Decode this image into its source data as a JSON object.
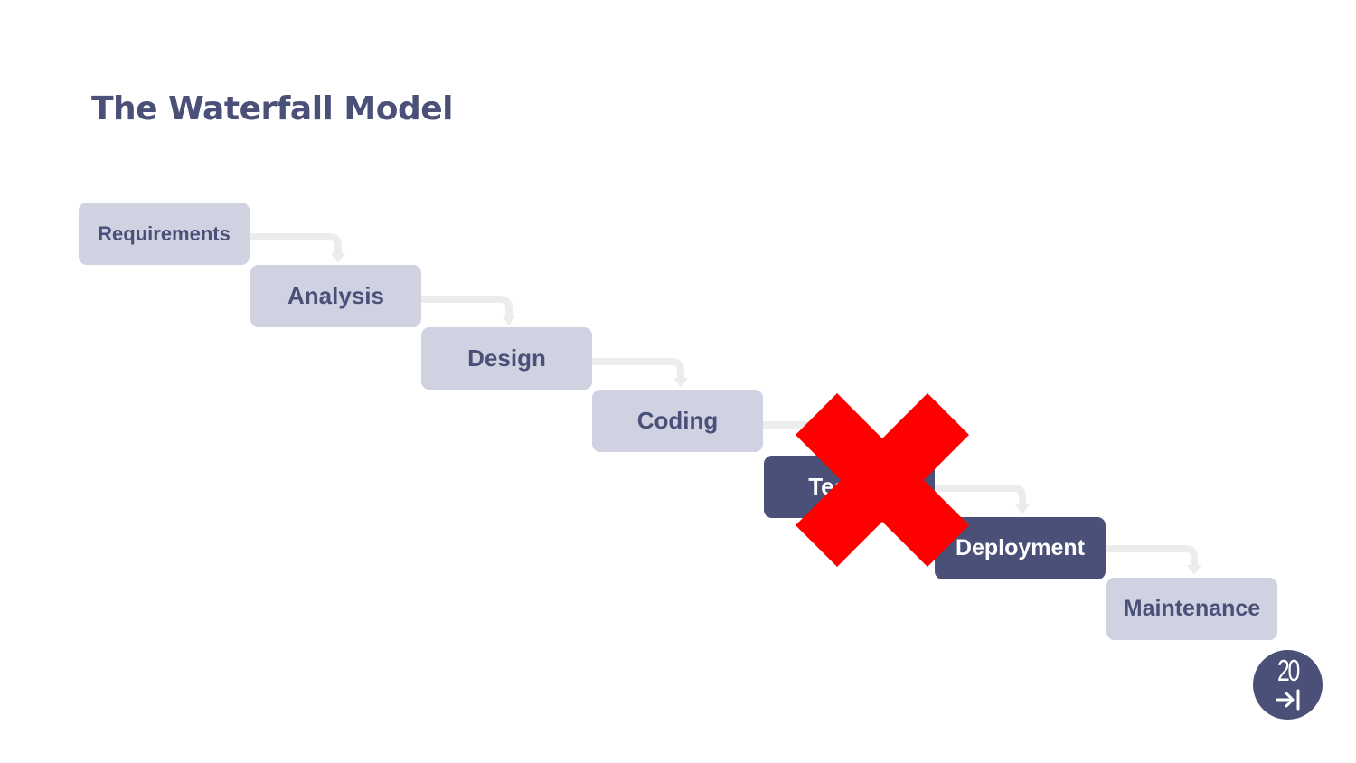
{
  "title": "The Waterfall Model",
  "stages": [
    {
      "label": "Requirements",
      "style": "light"
    },
    {
      "label": "Analysis",
      "style": "light"
    },
    {
      "label": "Design",
      "style": "light"
    },
    {
      "label": "Coding",
      "style": "light"
    },
    {
      "label": "Testing",
      "style": "dark"
    },
    {
      "label": "Deployment",
      "style": "dark"
    },
    {
      "label": "Maintenance",
      "style": "light"
    }
  ],
  "overlay": {
    "icon": "cross-icon",
    "color": "#ff0000"
  },
  "logo": {
    "number": "20",
    "icon": "arrow-to-bar-icon"
  },
  "colors": {
    "accent": "#4a5078",
    "light_box": "#d0d2e2",
    "connector": "#ececec"
  }
}
